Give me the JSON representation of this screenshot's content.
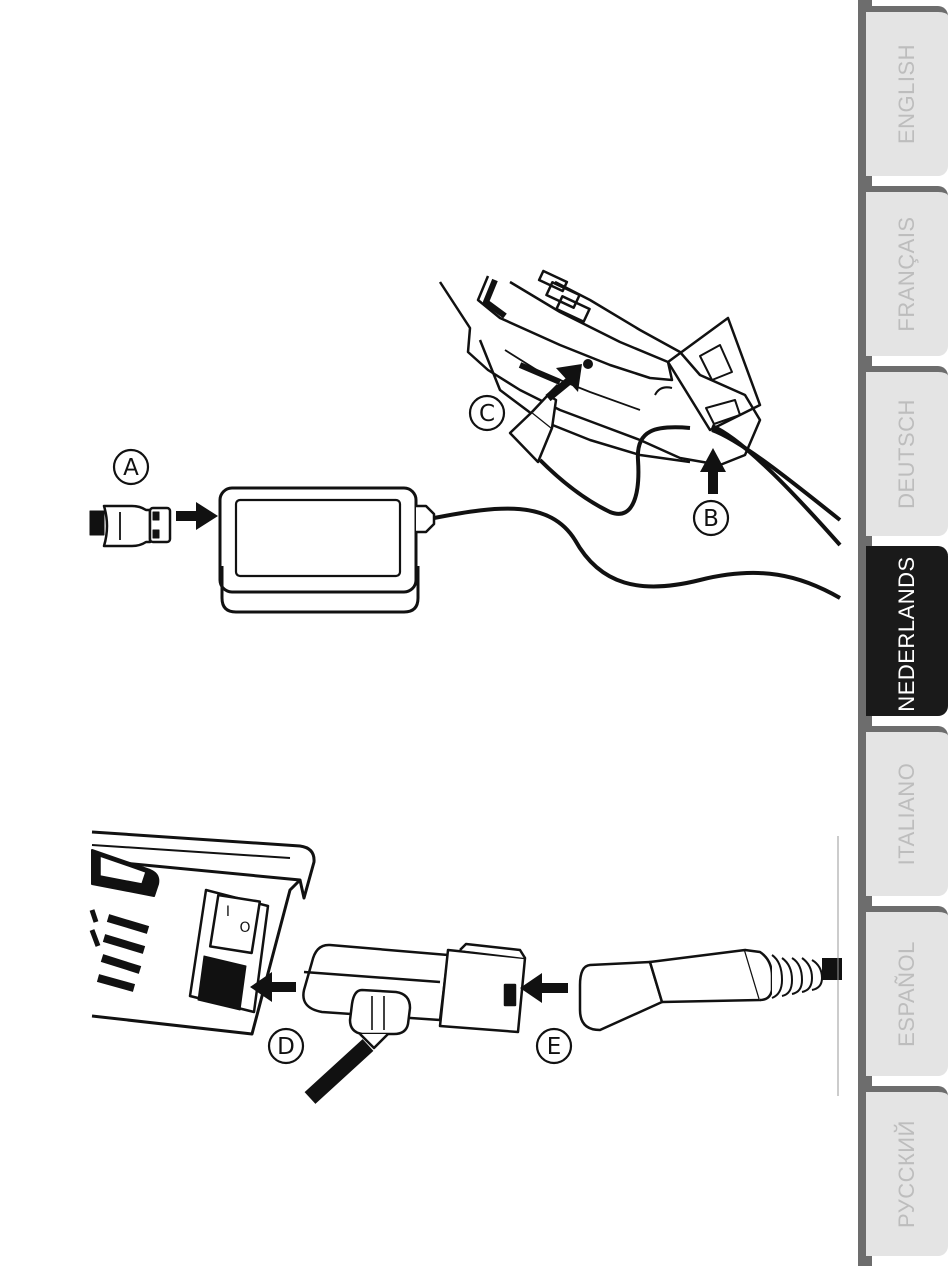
{
  "callouts": {
    "a": "A",
    "b": "B",
    "c": "C",
    "d": "D",
    "e": "E"
  },
  "switch_symbols": {
    "on": "I",
    "off": "O"
  },
  "language_tabs": [
    {
      "label": "ENGLISH",
      "active": false
    },
    {
      "label": "FRANÇAIS",
      "active": false
    },
    {
      "label": "DEUTSCH",
      "active": false
    },
    {
      "label": "NEDERLANDS",
      "active": true
    },
    {
      "label": "ITALIANO",
      "active": false
    },
    {
      "label": "ESPAÑOL",
      "active": false
    },
    {
      "label": "РУССКИЙ",
      "active": false
    }
  ],
  "colors": {
    "tab_inactive": "#e4e4e4",
    "tab_active": "#1a1a1a",
    "tab_text_inactive": "#bdbdbd",
    "tab_text_active": "#ffffff",
    "tab_strip": "#6d6d6d"
  }
}
